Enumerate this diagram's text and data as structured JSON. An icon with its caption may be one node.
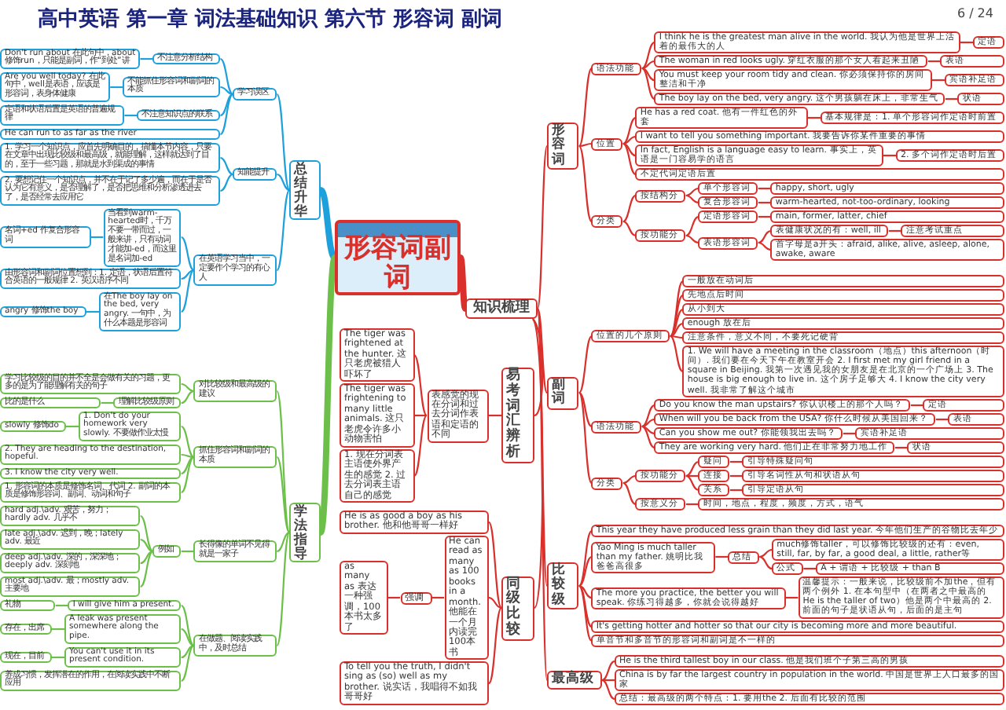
{
  "diagram": {
    "title": "高中英语 第一章 词法基础知识 第六节 形容词 副词",
    "nodes": [
      {
        "text": [
          "形容词副词"
        ]
      },
      {
        "text": [
          "总结升华"
        ]
      },
      {
        "text": [
          "学法指导"
        ]
      },
      {
        "text": [
          "知识梳理"
        ]
      },
      {
        "text": [
          "学习误区"
        ]
      },
      {
        "text": [
          "知能提升"
        ]
      },
      {
        "text": [
          "在英语学习当中，一定要作个学习的有心人"
        ]
      },
      {
        "text": [
          "不注意分析结构"
        ]
      },
      {
        "text": [
          "不能抓住形容词和副词的本质"
        ]
      },
      {
        "text": [
          "不注意知识点的联系"
        ]
      },
      {
        "text": [
          "Don't run about 在此句中，about 修饰run，只能是副词，作“到处”讲"
        ]
      },
      {
        "text": [
          "Are you well today? 在此句中，well是表语，应该是形容词，表身体健康"
        ]
      },
      {
        "text": [
          "定语和状语后置是英语的普遍规律"
        ]
      },
      {
        "text": [
          "He can run to as far as the river"
        ]
      },
      {
        "text": [
          "1. 学习一个知识点，应首先明确目的，搞懂本节内容，只要在文章中出现比较级和最高级，就能理解，这样就达到了目的，至于一些习题，那就是水到渠成的事情"
        ]
      },
      {
        "text": [
          "2. 要想记住一个知识点，并不在于记了多少遍，而在于是否认为它有意义，是否理解了，是否把思维和分析渗透进去了，是否经常去应用它"
        ]
      },
      {
        "text": [
          "当看到warm-hearted时，千万不要一带而过，一般来讲，只有动词才能加-ed，而这里是名词加-ed"
        ]
      },
      {
        "text": [
          "名词+ed 作复合形容词"
        ]
      },
      {
        "text": [
          "由形容词和副词位置想到：1. 定语，状语后置符合英语的一般规律 2. 英汉语序不同"
        ]
      },
      {
        "text": [
          "在The boy lay on the bed, very angry. 一句中，为什么本题是形容词"
        ]
      },
      {
        "text": [
          "angry 修饰the boy"
        ]
      },
      {
        "text": [
          "对比较级和最高级的建议"
        ]
      },
      {
        "text": [
          "抓住形容词和副词的本质"
        ]
      },
      {
        "text": [
          "长得像的单词不见得就是一家子"
        ]
      },
      {
        "text": [
          "在做题、阅读实践中，及时总结"
        ]
      },
      {
        "text": [
          "学习比较级的目的并不全是会做有关的习题，更多的是为了能理解有关的句子"
        ]
      },
      {
        "text": [
          "理解比较级原则"
        ]
      },
      {
        "text": [
          "比的是什么"
        ]
      },
      {
        "text": [
          "1. Don't do your homework very slowly. 不要做作业太慢"
        ]
      },
      {
        "text": [
          "slowly 修饰do"
        ]
      },
      {
        "text": [
          "2. They are heading to the destination, hopeful."
        ]
      },
      {
        "text": [
          "3. I know the city very well."
        ]
      },
      {
        "text": [
          "1. 形容词的本质是修饰名词、代词 2. 副词的本质是修饰形容词、副词、动词和句子"
        ]
      },
      {
        "text": [
          "例如"
        ]
      },
      {
        "text": [
          "hard adj.\\adv. 艰苦，努力；hardly adv. 几乎不"
        ]
      },
      {
        "text": [
          "late adj.\\adv. 迟到，晚；lately adv. 最近"
        ]
      },
      {
        "text": [
          "deep adj.\\adv. 深的，深深地；deeply adv. 深刻地"
        ]
      },
      {
        "text": [
          "most adj.\\adv. 最；mostly adv. 主要地"
        ]
      },
      {
        "text": [
          "I will give him a present."
        ]
      },
      {
        "text": [
          "礼物"
        ]
      },
      {
        "text": [
          "A leak was present somewhere along the pipe."
        ]
      },
      {
        "text": [
          "存在，出席"
        ]
      },
      {
        "text": [
          "You can't use it in its present condition."
        ]
      },
      {
        "text": [
          "现在，目前"
        ]
      },
      {
        "text": [
          "养成习惯，发挥潜在的作用，在阅读实践中不断应用"
        ]
      },
      {
        "text": [
          "形容词"
        ]
      },
      {
        "text": [
          "副词"
        ]
      },
      {
        "text": [
          "易考词汇辨析"
        ]
      },
      {
        "text": [
          "同级比较"
        ]
      },
      {
        "text": [
          "比较级"
        ]
      },
      {
        "text": [
          "最高级"
        ]
      },
      {
        "text": [
          "语法功能"
        ]
      },
      {
        "text": [
          "位置"
        ]
      },
      {
        "text": [
          "分类"
        ]
      },
      {
        "text": [
          "I think he is the greatest man alive in the world. 我认为他是世界上活着的最伟大的人"
        ]
      },
      {
        "text": [
          "定语"
        ]
      },
      {
        "text": [
          "The woman in red looks ugly. 穿红衣服的那个女人看起来丑陋"
        ]
      },
      {
        "text": [
          "表语"
        ]
      },
      {
        "text": [
          "You must keep your room tidy and clean. 你必须保持你的房间整洁和干净"
        ]
      },
      {
        "text": [
          "宾语补足语"
        ]
      },
      {
        "text": [
          "The boy lay on the bed, very angry. 这个男孩躺在床上，非常生气"
        ]
      },
      {
        "text": [
          "状语"
        ]
      },
      {
        "text": [
          "He has a red coat. 他有一件红色的外套"
        ]
      },
      {
        "text": [
          "I want to tell you something important. 我要告诉你某件重要的事情"
        ]
      },
      {
        "text": [
          "In fact, English is a language easy to learn. 事实上，英语是一门容易学的语言"
        ]
      },
      {
        "text": [
          "不定代词定语后置"
        ]
      },
      {
        "text": [
          "基本规律是：1. 单个形容词作定语时前置"
        ]
      },
      {
        "text": [
          "2. 多个词作定语时后置"
        ]
      },
      {
        "text": [
          "按结构分"
        ]
      },
      {
        "text": [
          "按功能分"
        ]
      },
      {
        "text": [
          "单个形容词"
        ]
      },
      {
        "text": [
          "happy, short, ugly"
        ]
      },
      {
        "text": [
          "复合形容词"
        ]
      },
      {
        "text": [
          "warm-hearted, not-too-ordinary, looking"
        ]
      },
      {
        "text": [
          "定语形容词"
        ]
      },
      {
        "text": [
          "main, former, latter, chief"
        ]
      },
      {
        "text": [
          "表语形容词"
        ]
      },
      {
        "text": [
          "表健康状况的有：well, ill"
        ]
      },
      {
        "text": [
          "首字母是a开头：afraid, alike, alive, asleep, alone, awake, aware"
        ]
      },
      {
        "text": [
          "注意考试重点"
        ]
      },
      {
        "text": [
          "位置的几个原则"
        ]
      },
      {
        "text": [
          "语法功能"
        ]
      },
      {
        "text": [
          "分类"
        ]
      },
      {
        "text": [
          "一般放在动词后"
        ]
      },
      {
        "text": [
          "先地点后时间"
        ]
      },
      {
        "text": [
          "从小到大"
        ]
      },
      {
        "text": [
          "enough 放在后"
        ]
      },
      {
        "text": [
          "注意条件，意义不同，不要死记硬背"
        ]
      },
      {
        "text": [
          "1. We will have a meeting in the classroom（地点）this afternoon（时间）. 我们要在今天下午在教室开会 2. I first met my girl friend in a square in Beijing. 我第一次遇见我的女朋友是在北京的一个广场上 3. The house is big enough to live in. 这个房子足够大 4. I know the city very well. 我非常了解这个城市"
        ]
      },
      {
        "text": [
          "Do you know the man upstairs? 你认识楼上的那个人吗？"
        ]
      },
      {
        "text": [
          "定语"
        ]
      },
      {
        "text": [
          "When will you be back from the USA? 你什么时候从美国回来？"
        ]
      },
      {
        "text": [
          "表语"
        ]
      },
      {
        "text": [
          "Can you show me out? 你能领我出去吗？"
        ]
      },
      {
        "text": [
          "宾语补足语"
        ]
      },
      {
        "text": [
          "They are working very hard. 他们正在非常努力地工作"
        ]
      },
      {
        "text": [
          "状语"
        ]
      },
      {
        "text": [
          "按功能分"
        ]
      },
      {
        "text": [
          "按意义分"
        ]
      },
      {
        "text": [
          "疑问"
        ]
      },
      {
        "text": [
          "引导特殊疑问句"
        ]
      },
      {
        "text": [
          "连接"
        ]
      },
      {
        "text": [
          "引导名词性从句和状语从句"
        ]
      },
      {
        "text": [
          "关系"
        ]
      },
      {
        "text": [
          "引导定语从句"
        ]
      },
      {
        "text": [
          "时间，地点，程度，频度，方式，语气"
        ]
      },
      {
        "text": [
          "表感觉的现在分词和过去分词作表语和定语的不同"
        ]
      },
      {
        "text": [
          "The tiger was frightened at the hunter. 这只老虎被猎人吓坏了"
        ]
      },
      {
        "text": [
          "The tiger was frightening to many little animals. 这只老虎令许多小动物害怕"
        ]
      },
      {
        "text": [
          "1. 现在分词表主语使外界产生的感觉 2. 过去分词表主语自己的感觉"
        ]
      },
      {
        "text": [
          "He is as good a boy as his brother. 他和他哥哥一样好"
        ]
      },
      {
        "text": [
          "He can read as many as 100 books in a month. 他能在一个月内读完100本书"
        ]
      },
      {
        "text": [
          "To tell you the truth, I didn't sing as (so) well as my brother. 说实话，我唱得不如我哥哥好"
        ]
      },
      {
        "text": [
          "强调"
        ]
      },
      {
        "text": [
          "as many as 表达一种强调，100本书太多了"
        ]
      },
      {
        "text": [
          "This year they have produced less grain than they did last year. 今年他们生产的谷物比去年少"
        ]
      },
      {
        "text": [
          "Yao Ming is much taller than my father. 姚明比我爸爸高很多"
        ]
      },
      {
        "text": [
          "The more you practice, the better you will speak. 你练习得越多，你就会说得越好"
        ]
      },
      {
        "text": [
          "It's getting hotter and hotter so that our city is becoming more and more beautiful."
        ]
      },
      {
        "text": [
          "总结"
        ]
      },
      {
        "text": [
          "much修饰taller，可以修饰比较级的还有：even, still, far, by far, a good deal, a little, rather等"
        ]
      },
      {
        "text": [
          "公式"
        ]
      },
      {
        "text": [
          "A + 谓语 + 比较级 + than B"
        ]
      },
      {
        "text": [
          "温馨提示：一般来说，比较级前不加the，但有两个例外 1. 在本句型中（在两者之中最高的 He is the taller of two）他是两个中最高的 2. 前面的句子是状语从句，后面的是主句"
        ]
      },
      {
        "text": [
          "单音节和多音节的形容词和副词是不一样的"
        ]
      },
      {
        "text": [
          "He is the third tallest boy in our class. 他是我们班个子第三高的男孩"
        ]
      },
      {
        "text": [
          "China is by far the largest country in population in the world. 中国是世界上人口最多的国家"
        ]
      },
      {
        "text": [
          "总结：最高级的两个特点：1. 要用the 2. 后面有比较的范围"
        ]
      }
    ],
    "edges": [
      {
        "from": 0,
        "to": 1,
        "arrow": "none",
        "style": "thick",
        "color": "#1ea0dc"
      },
      {
        "from": 0,
        "to": 2,
        "arrow": "none",
        "style": "thick",
        "color": "#6cc04a"
      },
      {
        "from": 0,
        "to": 3,
        "arrow": "none",
        "style": "thick"
      },
      {
        "from": 1,
        "to": 4,
        "arrow": "none",
        "color": "#1ea0dc"
      },
      {
        "from": 1,
        "to": 5,
        "arrow": "none",
        "color": "#1ea0dc"
      },
      {
        "from": 1,
        "to": 6,
        "arrow": "none",
        "color": "#1ea0dc"
      },
      {
        "from": 4,
        "to": 7,
        "arrow": "none",
        "color": "#1ea0dc"
      },
      {
        "from": 4,
        "to": 8,
        "arrow": "none",
        "color": "#1ea0dc"
      },
      {
        "from": 4,
        "to": 9,
        "arrow": "none",
        "color": "#1ea0dc"
      },
      {
        "from": 7,
        "to": 10,
        "arrow": "none",
        "color": "#1ea0dc"
      },
      {
        "from": 8,
        "to": 11,
        "arrow": "none",
        "color": "#1ea0dc"
      },
      {
        "from": 9,
        "to": 12,
        "arrow": "none",
        "color": "#1ea0dc"
      },
      {
        "from": 4,
        "to": 13,
        "arrow": "none",
        "color": "#1ea0dc"
      },
      {
        "from": 5,
        "to": 14,
        "arrow": "none",
        "color": "#1ea0dc"
      },
      {
        "from": 5,
        "to": 15,
        "arrow": "none",
        "color": "#1ea0dc"
      },
      {
        "from": 6,
        "to": 16,
        "arrow": "none",
        "color": "#1ea0dc"
      },
      {
        "from": 16,
        "to": 17,
        "arrow": "none",
        "color": "#1ea0dc"
      },
      {
        "from": 6,
        "to": 18,
        "arrow": "none",
        "color": "#1ea0dc"
      },
      {
        "from": 6,
        "to": 19,
        "arrow": "none",
        "color": "#1ea0dc"
      },
      {
        "from": 19,
        "to": 20,
        "arrow": "none",
        "color": "#1ea0dc"
      },
      {
        "from": 2,
        "to": 21,
        "arrow": "none",
        "color": "#6cc04a"
      },
      {
        "from": 2,
        "to": 22,
        "arrow": "none",
        "color": "#6cc04a"
      },
      {
        "from": 2,
        "to": 23,
        "arrow": "none",
        "color": "#6cc04a"
      },
      {
        "from": 2,
        "to": 24,
        "arrow": "none",
        "color": "#6cc04a"
      },
      {
        "from": 21,
        "to": 25,
        "arrow": "none",
        "color": "#6cc04a"
      },
      {
        "from": 21,
        "to": 26,
        "arrow": "none",
        "color": "#6cc04a"
      },
      {
        "from": 26,
        "to": 27,
        "arrow": "none",
        "color": "#6cc04a"
      },
      {
        "from": 22,
        "to": 28,
        "arrow": "none",
        "color": "#6cc04a"
      },
      {
        "from": 28,
        "to": 29,
        "arrow": "none",
        "color": "#6cc04a"
      },
      {
        "from": 22,
        "to": 30,
        "arrow": "none",
        "color": "#6cc04a"
      },
      {
        "from": 22,
        "to": 31,
        "arrow": "none",
        "color": "#6cc04a"
      },
      {
        "from": 22,
        "to": 32,
        "arrow": "none",
        "color": "#6cc04a"
      },
      {
        "from": 23,
        "to": 33,
        "arrow": "none",
        "color": "#6cc04a"
      },
      {
        "from": 33,
        "to": 34,
        "arrow": "none",
        "color": "#6cc04a"
      },
      {
        "from": 33,
        "to": 35,
        "arrow": "none",
        "color": "#6cc04a"
      },
      {
        "from": 33,
        "to": 36,
        "arrow": "none",
        "color": "#6cc04a"
      },
      {
        "from": 33,
        "to": 37,
        "arrow": "none",
        "color": "#6cc04a"
      },
      {
        "from": 24,
        "to": 38,
        "arrow": "none",
        "color": "#6cc04a"
      },
      {
        "from": 38,
        "to": 39,
        "arrow": "none",
        "color": "#6cc04a"
      },
      {
        "from": 24,
        "to": 40,
        "arrow": "none",
        "color": "#6cc04a"
      },
      {
        "from": 40,
        "to": 41,
        "arrow": "none",
        "color": "#6cc04a"
      },
      {
        "from": 24,
        "to": 42,
        "arrow": "none",
        "color": "#6cc04a"
      },
      {
        "from": 42,
        "to": 43,
        "arrow": "none",
        "color": "#6cc04a"
      },
      {
        "from": 24,
        "to": 44,
        "arrow": "none",
        "color": "#6cc04a"
      },
      {
        "from": 3,
        "to": 45,
        "arrow": "none"
      },
      {
        "from": 3,
        "to": 46,
        "arrow": "none"
      },
      {
        "from": 3,
        "to": 47,
        "arrow": "none"
      },
      {
        "from": 3,
        "to": 48,
        "arrow": "none"
      },
      {
        "from": 3,
        "to": 49,
        "arrow": "none"
      },
      {
        "from": 3,
        "to": 50,
        "arrow": "none"
      },
      {
        "from": 45,
        "to": 51,
        "arrow": "none"
      },
      {
        "from": 45,
        "to": 52,
        "arrow": "none"
      },
      {
        "from": 45,
        "to": 53,
        "arrow": "none"
      },
      {
        "from": 51,
        "to": 54,
        "arrow": "none"
      },
      {
        "from": 54,
        "to": 55,
        "arrow": "none"
      },
      {
        "from": 51,
        "to": 56,
        "arrow": "none"
      },
      {
        "from": 56,
        "to": 57,
        "arrow": "none"
      },
      {
        "from": 51,
        "to": 58,
        "arrow": "none"
      },
      {
        "from": 58,
        "to": 59,
        "arrow": "none"
      },
      {
        "from": 51,
        "to": 60,
        "arrow": "none"
      },
      {
        "from": 60,
        "to": 61,
        "arrow": "none"
      },
      {
        "from": 52,
        "to": 62,
        "arrow": "none"
      },
      {
        "from": 52,
        "to": 63,
        "arrow": "none"
      },
      {
        "from": 52,
        "to": 64,
        "arrow": "none"
      },
      {
        "from": 52,
        "to": 65,
        "arrow": "none"
      },
      {
        "from": 62,
        "to": 66,
        "arrow": "none"
      },
      {
        "from": 64,
        "to": 67,
        "arrow": "none"
      },
      {
        "from": 53,
        "to": 68,
        "arrow": "none"
      },
      {
        "from": 53,
        "to": 69,
        "arrow": "none"
      },
      {
        "from": 68,
        "to": 70,
        "arrow": "none"
      },
      {
        "from": 70,
        "to": 71,
        "arrow": "none"
      },
      {
        "from": 68,
        "to": 72,
        "arrow": "none"
      },
      {
        "from": 72,
        "to": 73,
        "arrow": "none"
      },
      {
        "from": 69,
        "to": 74,
        "arrow": "none"
      },
      {
        "from": 74,
        "to": 75,
        "arrow": "none"
      },
      {
        "from": 69,
        "to": 76,
        "arrow": "none"
      },
      {
        "from": 76,
        "to": 77,
        "arrow": "none"
      },
      {
        "from": 76,
        "to": 78,
        "arrow": "none"
      },
      {
        "from": 77,
        "to": 79,
        "arrow": "none"
      },
      {
        "from": 46,
        "to": 80,
        "arrow": "none"
      },
      {
        "from": 46,
        "to": 81,
        "arrow": "none"
      },
      {
        "from": 46,
        "to": 82,
        "arrow": "none"
      },
      {
        "from": 80,
        "to": 83,
        "arrow": "none"
      },
      {
        "from": 80,
        "to": 84,
        "arrow": "none"
      },
      {
        "from": 80,
        "to": 85,
        "arrow": "none"
      },
      {
        "from": 80,
        "to": 86,
        "arrow": "none"
      },
      {
        "from": 80,
        "to": 87,
        "arrow": "none"
      },
      {
        "from": 80,
        "to": 88,
        "arrow": "none"
      },
      {
        "from": 81,
        "to": 89,
        "arrow": "none"
      },
      {
        "from": 89,
        "to": 90,
        "arrow": "none"
      },
      {
        "from": 81,
        "to": 91,
        "arrow": "none"
      },
      {
        "from": 91,
        "to": 92,
        "arrow": "none"
      },
      {
        "from": 81,
        "to": 93,
        "arrow": "none"
      },
      {
        "from": 93,
        "to": 94,
        "arrow": "none"
      },
      {
        "from": 81,
        "to": 95,
        "arrow": "none"
      },
      {
        "from": 95,
        "to": 96,
        "arrow": "none"
      },
      {
        "from": 82,
        "to": 97,
        "arrow": "none"
      },
      {
        "from": 82,
        "to": 98,
        "arrow": "none"
      },
      {
        "from": 97,
        "to": 99,
        "arrow": "none"
      },
      {
        "from": 99,
        "to": 100,
        "arrow": "none"
      },
      {
        "from": 97,
        "to": 101,
        "arrow": "none"
      },
      {
        "from": 101,
        "to": 102,
        "arrow": "none"
      },
      {
        "from": 97,
        "to": 103,
        "arrow": "none"
      },
      {
        "from": 103,
        "to": 104,
        "arrow": "none"
      },
      {
        "from": 98,
        "to": 105,
        "arrow": "none"
      },
      {
        "from": 47,
        "to": 106,
        "arrow": "none"
      },
      {
        "from": 106,
        "to": 107,
        "arrow": "none"
      },
      {
        "from": 106,
        "to": 108,
        "arrow": "none"
      },
      {
        "from": 106,
        "to": 109,
        "arrow": "none"
      },
      {
        "from": 48,
        "to": 110,
        "arrow": "none"
      },
      {
        "from": 48,
        "to": 111,
        "arrow": "none"
      },
      {
        "from": 48,
        "to": 112,
        "arrow": "none"
      },
      {
        "from": 111,
        "to": 113,
        "arrow": "none"
      },
      {
        "from": 113,
        "to": 114,
        "arrow": "none"
      },
      {
        "from": 49,
        "to": 115,
        "arrow": "none"
      },
      {
        "from": 49,
        "to": 116,
        "arrow": "none"
      },
      {
        "from": 49,
        "to": 117,
        "arrow": "none"
      },
      {
        "from": 49,
        "to": 118,
        "arrow": "none"
      },
      {
        "from": 116,
        "to": 119,
        "arrow": "none"
      },
      {
        "from": 119,
        "to": 120,
        "arrow": "none"
      },
      {
        "from": 119,
        "to": 121,
        "arrow": "none"
      },
      {
        "from": 121,
        "to": 122,
        "arrow": "none"
      },
      {
        "from": 117,
        "to": 123,
        "arrow": "none"
      },
      {
        "from": 49,
        "to": 124,
        "arrow": "none"
      },
      {
        "from": 50,
        "to": 125,
        "arrow": "none"
      },
      {
        "from": 50,
        "to": 126,
        "arrow": "none"
      },
      {
        "from": 50,
        "to": 127,
        "arrow": "none"
      }
    ],
    "labels": [
      "6 / 24"
    ]
  }
}
